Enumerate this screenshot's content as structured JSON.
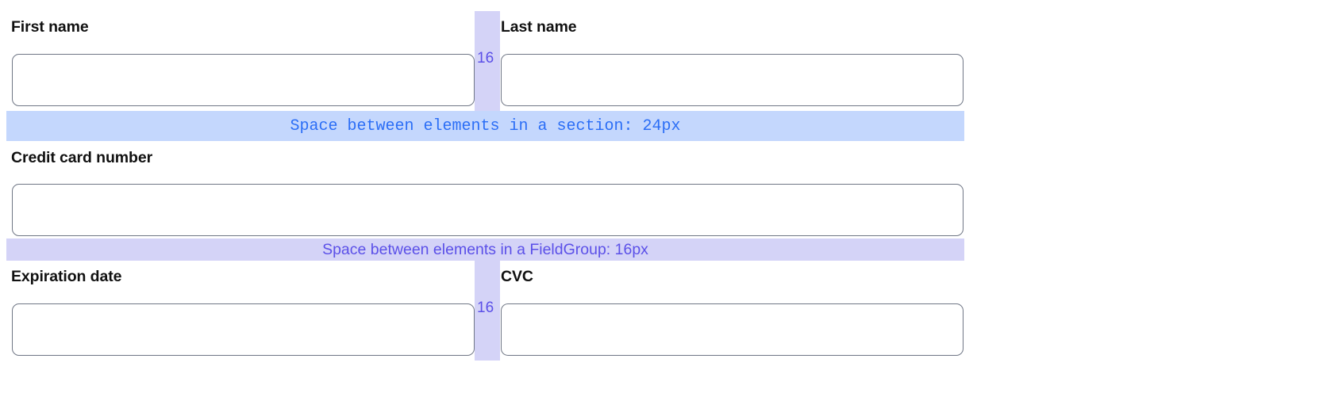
{
  "form": {
    "rows": [
      {
        "name": "name-row",
        "fields": [
          {
            "name": "first-name",
            "label": "First name",
            "value": "",
            "placeholder": ""
          },
          {
            "name": "last-name",
            "label": "Last name",
            "value": "",
            "placeholder": ""
          }
        ],
        "gap_label": "16"
      },
      {
        "name": "credit-card-row",
        "fields": [
          {
            "name": "credit-card-number",
            "label": "Credit card number",
            "value": "",
            "placeholder": ""
          }
        ],
        "gap_label": ""
      },
      {
        "name": "expiry-cvc-row",
        "fields": [
          {
            "name": "expiration-date",
            "label": "Expiration date",
            "value": "",
            "placeholder": ""
          },
          {
            "name": "cvc",
            "label": "CVC",
            "value": "",
            "placeholder": ""
          }
        ],
        "gap_label": "16"
      }
    ]
  },
  "annotations": {
    "section_band": {
      "text": "Space between elements in a section: 24px",
      "color": "#2b6ef6",
      "background": "#c4d7fd"
    },
    "fieldgroup_band": {
      "text": "Space between elements in a FieldGroup: 16px",
      "color": "#5b50e8",
      "background": "#d4d3f7"
    },
    "column_gap": {
      "label": "16",
      "color": "#5b50e8",
      "background": "#d4d3f7"
    }
  },
  "colors": {
    "input_border": "#6f7685",
    "label_text": "#111111",
    "page_background": "#ffffff"
  }
}
